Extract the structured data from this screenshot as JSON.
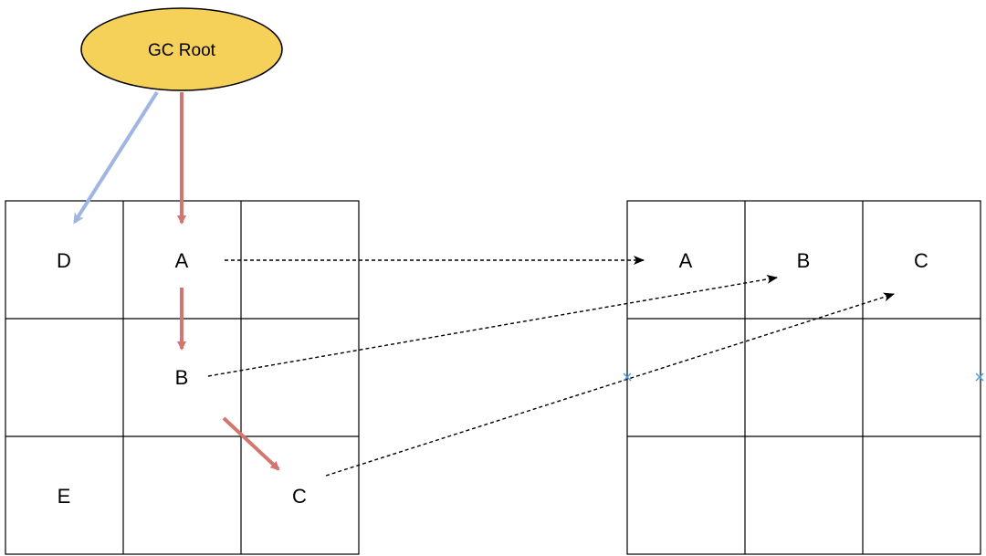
{
  "root": {
    "label": "GC Root",
    "fill": "#f5d15a",
    "stroke": "#000000"
  },
  "from_space": {
    "cells": [
      [
        "D",
        "A",
        ""
      ],
      [
        "",
        "B",
        ""
      ],
      [
        "E",
        "",
        "C"
      ]
    ]
  },
  "to_space": {
    "cells": [
      [
        "A",
        "B",
        "C"
      ],
      [
        "",
        "",
        ""
      ],
      [
        "",
        "",
        ""
      ]
    ]
  },
  "colors": {
    "reachable_reference": "#d3766f",
    "other_reference": "#9fb6e3",
    "copy_arrow": "#000000",
    "grid_line": "#000000",
    "marker": "#4a9fe0"
  }
}
